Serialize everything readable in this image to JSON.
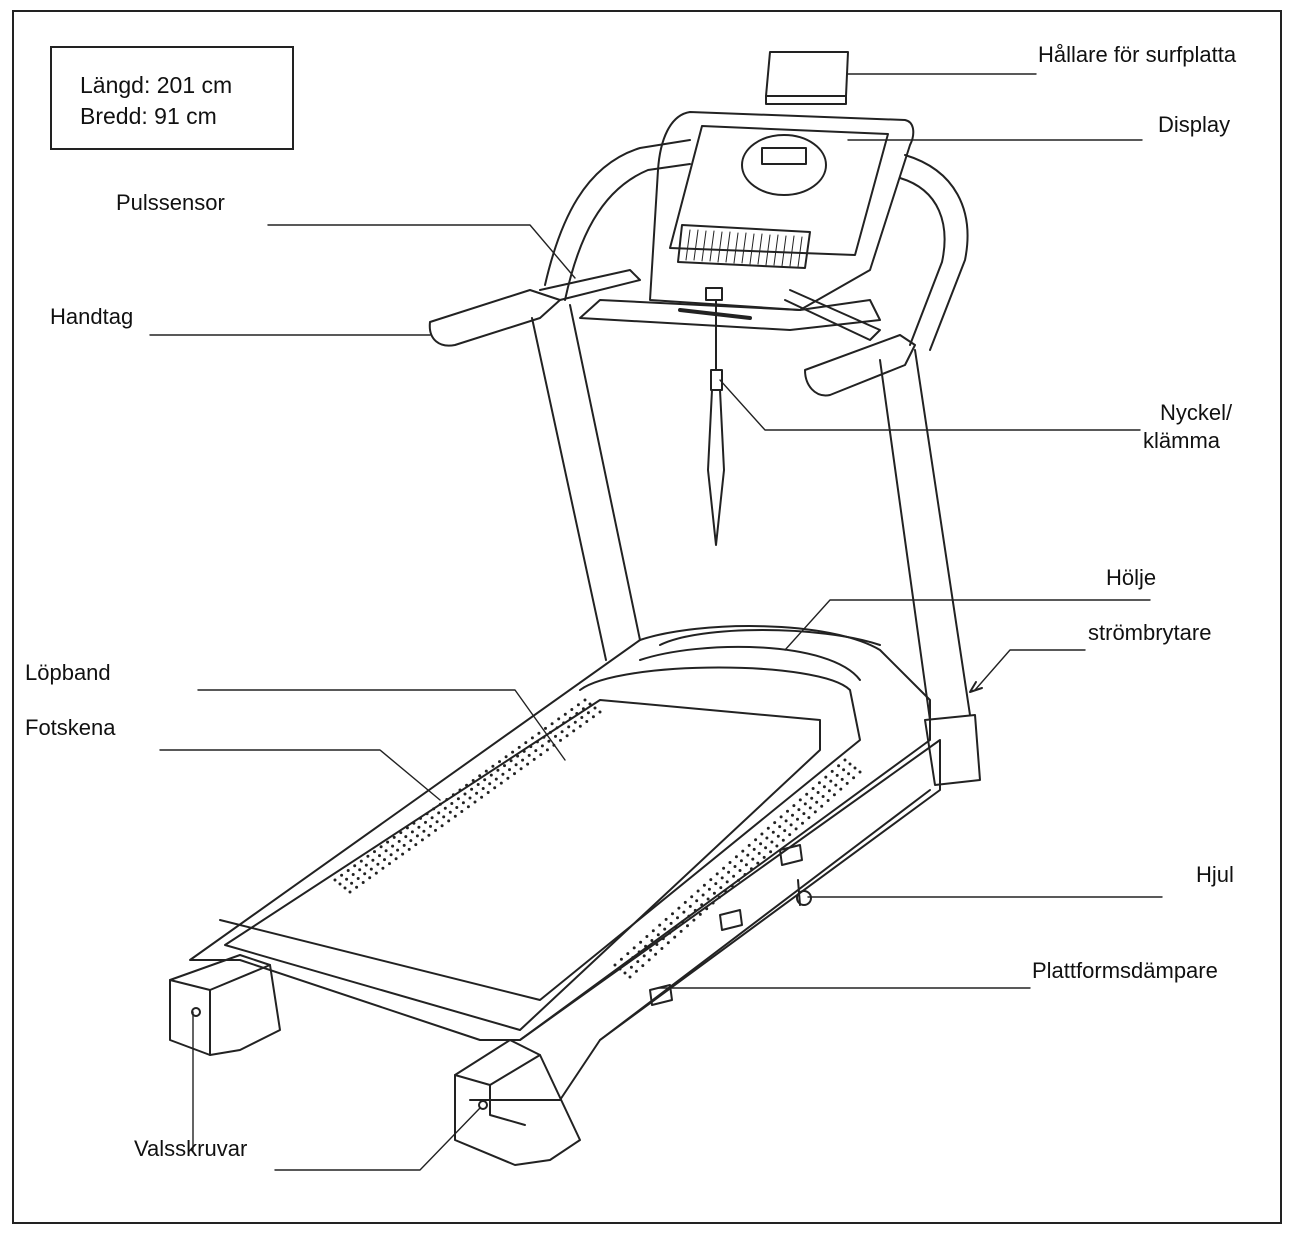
{
  "dimensions": {
    "length": "Längd: 201 cm",
    "width": "Bredd: 91 cm"
  },
  "labels": {
    "tablet_holder": "Hållare för surfplatta",
    "display": "Display",
    "pulse_sensor": "Pulssensor",
    "handlebar": "Handtag",
    "key_clip_line1": "Nyckel/",
    "key_clip_line2": "klämma",
    "hood": "Hölje",
    "power_switch": "strömbrytare",
    "belt": "Löpband",
    "foot_rail": "Fotskena",
    "wheel": "Hjul",
    "cushion": "Plattformsdämpare",
    "roller_bolts": "Valsskruvar"
  },
  "colors": {
    "line": "#222222",
    "background": "#ffffff"
  }
}
